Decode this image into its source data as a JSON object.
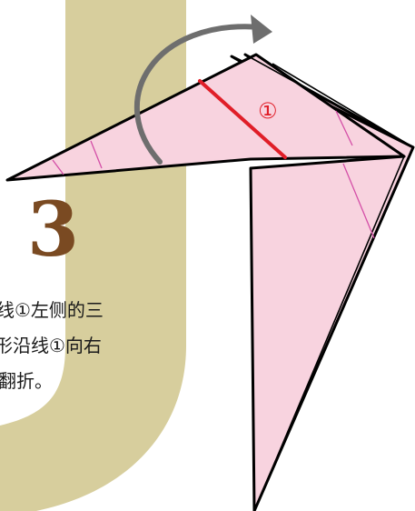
{
  "step": {
    "number": "3",
    "instruction_lines": [
      "线①左侧的三",
      "形沿线①向右",
      "翻折。"
    ]
  },
  "diagram": {
    "fold_line_marker": "①",
    "arrow": "curved-fold-arrow",
    "colors": {
      "paper_fill": "#f8d3df",
      "paper_outline": "#000000",
      "crease": "#d44fa7",
      "fold_line": "#e01e28",
      "arrow": "#6e6e6e",
      "background_band": "#d7ce9d",
      "step_number": "#7a4a22"
    }
  }
}
